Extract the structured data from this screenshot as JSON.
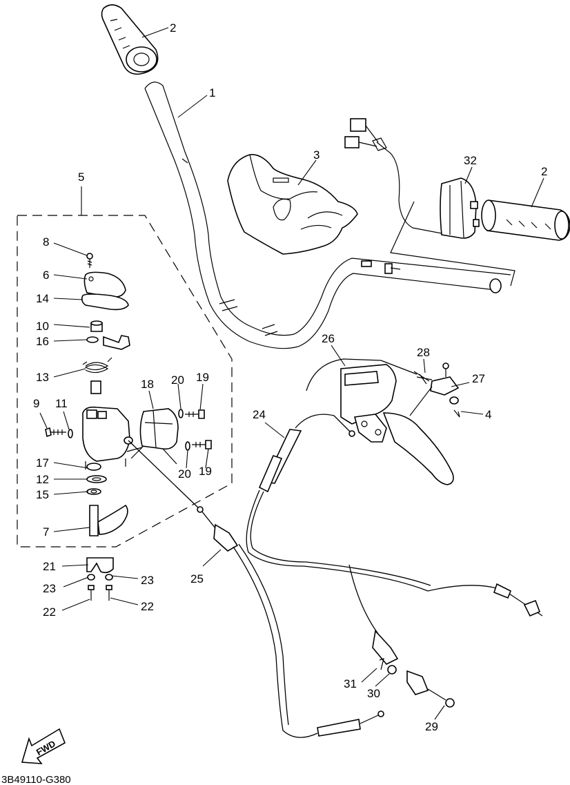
{
  "diagram_code": "3B49110-G380",
  "direction_label": "FWD",
  "callouts": {
    "c1": "1",
    "c2a": "2",
    "c2b": "2",
    "c3": "3",
    "c4": "4",
    "c5": "5",
    "c6": "6",
    "c7": "7",
    "c8": "8",
    "c9": "9",
    "c10": "10",
    "c11": "11",
    "c12": "12",
    "c13": "13",
    "c14": "14",
    "c15": "15",
    "c16": "16",
    "c17": "17",
    "c18": "18",
    "c19a": "19",
    "c19b": "19",
    "c20a": "20",
    "c20b": "20",
    "c21": "21",
    "c22a": "22",
    "c22b": "22",
    "c23a": "23",
    "c23b": "23",
    "c24": "24",
    "c25": "25",
    "c26": "26",
    "c27": "27",
    "c28": "28",
    "c29": "29",
    "c30": "30",
    "c31": "31",
    "c32": "32"
  }
}
